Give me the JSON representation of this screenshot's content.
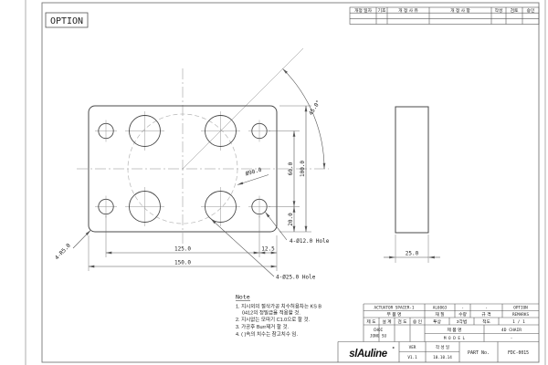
{
  "sheet": {
    "option_label": "OPTION"
  },
  "revision_table": {
    "headers": [
      "개정 일자",
      "기호",
      "개 정 사 유",
      "개 정 사 항",
      "작성",
      "검토",
      "승인"
    ]
  },
  "front_view": {
    "dim_width": "150.0",
    "dim_hole_span": "125.0",
    "dim_edge_offset": "12.5",
    "dim_height": "100.0",
    "dim_row_span": "60.0",
    "dim_bottom_offset": "20.0",
    "dim_angle": "45.0°",
    "dim_bolt_circle": "Ø90.0",
    "label_corner_radius": "4-R5.0",
    "label_small_holes": "4-Ø12.0 Hole",
    "label_large_holes": "4-Ø25.0 Hole"
  },
  "side_view": {
    "dim_thickness": "25.0"
  },
  "notes": {
    "title": "Note",
    "items": [
      "1. 지시외의 절삭가공 치수허용차는 KS B",
      "0412의 정밀급을 적용할 것.",
      "2. 지시없는 모따기 C1.0으로 할 것.",
      "3. 가공후 Burr제거 할 것.",
      "4. ( )속의 치수는 참고치수 임."
    ]
  },
  "title_block": {
    "part_name": "ACTUATOR SPACER-1",
    "material": "AL6063",
    "qty": "-",
    "spec": "-",
    "remarks_value": "OPTION",
    "label_part_name": "부 품 명",
    "label_material": "재 질",
    "label_qty": "수량",
    "label_spec": "규 격",
    "label_remarks": "REMARKS",
    "label_draft": "제 도",
    "label_design": "설 계",
    "label_check": "검 도",
    "label_approve": "승 인",
    "label_projection": "투상",
    "projection_value": "3각법",
    "label_scale": "척도",
    "scale_value": "1 / 1",
    "drafter_line1": "CHOI",
    "drafter_line2": "JONG SU",
    "label_product": "제 품 명",
    "product_value": "4D CHAIR",
    "label_model": "M O D E L",
    "model_value": "-",
    "label_ver": "VER",
    "ver_value": "V1.1",
    "label_date": "작 성 일",
    "date_value": "10.10.14",
    "label_part_no": "PART No.",
    "part_no_value": "FDC-0015",
    "logo": "slAuline",
    "logo_mark": "˚"
  }
}
